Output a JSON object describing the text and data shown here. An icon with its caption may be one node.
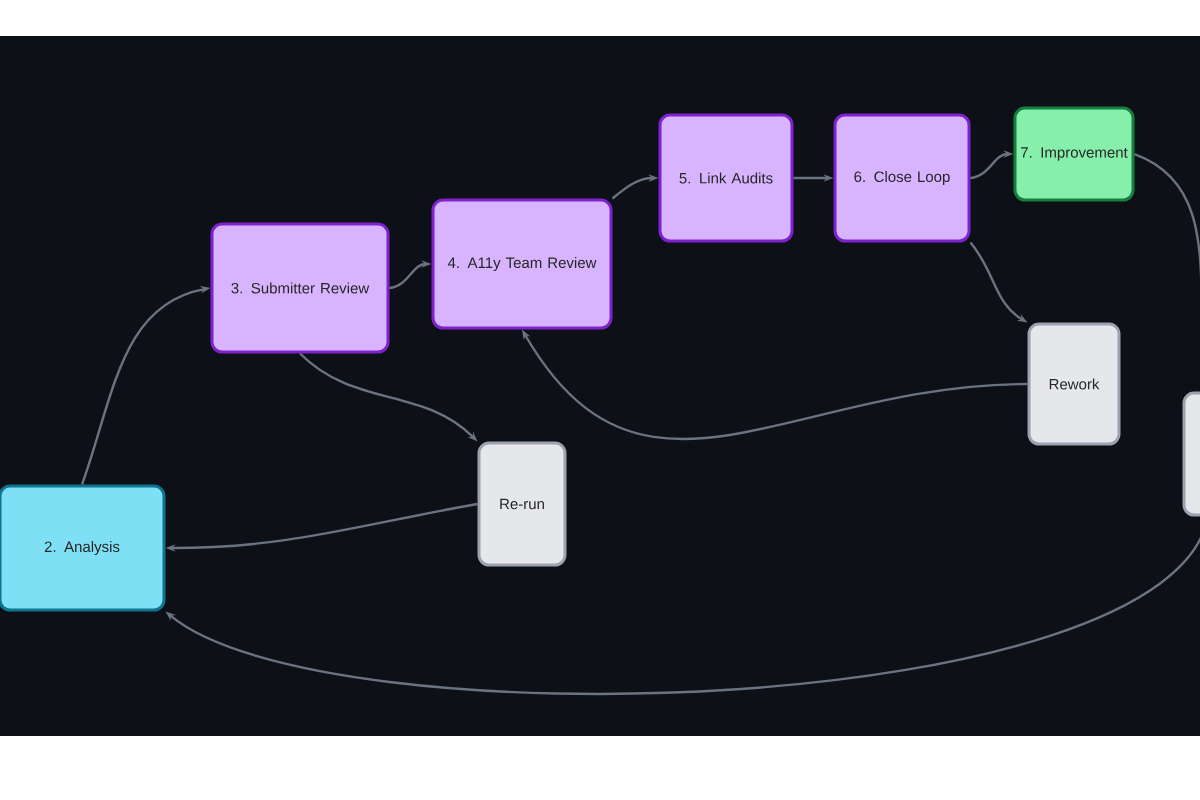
{
  "diagram": {
    "nodes": [
      {
        "text": [
          "2. Analysis"
        ]
      },
      {
        "text": [
          "3. Submitter Review"
        ]
      },
      {
        "text": [
          "4. A11y Team Review"
        ]
      },
      {
        "text": [
          "5. Link Audits"
        ]
      },
      {
        "text": [
          "6. Close Loop"
        ]
      },
      {
        "text": [
          "7. Improvement"
        ]
      },
      {
        "text": [
          "Re-run"
        ]
      },
      {
        "text": [
          "Rework"
        ]
      },
      {
        "text": [],
        "shape": "box"
      }
    ],
    "edges": [
      {
        "from": 0,
        "to": 1,
        "arrow": "to"
      },
      {
        "from": 1,
        "to": 2,
        "arrow": "to"
      },
      {
        "from": 2,
        "to": 3,
        "arrow": "to"
      },
      {
        "from": 3,
        "to": 4,
        "arrow": "to"
      },
      {
        "from": 4,
        "to": 5,
        "arrow": "to"
      },
      {
        "from": 1,
        "to": 6,
        "arrow": "to"
      },
      {
        "from": 6,
        "to": 0,
        "arrow": "to"
      },
      {
        "from": 4,
        "to": 7,
        "arrow": "to"
      },
      {
        "from": 7,
        "to": 2,
        "arrow": "to"
      },
      {
        "from": 5,
        "to": 8,
        "arrow": "none"
      },
      {
        "from": 8,
        "to": 0,
        "arrow": "to"
      }
    ]
  }
}
